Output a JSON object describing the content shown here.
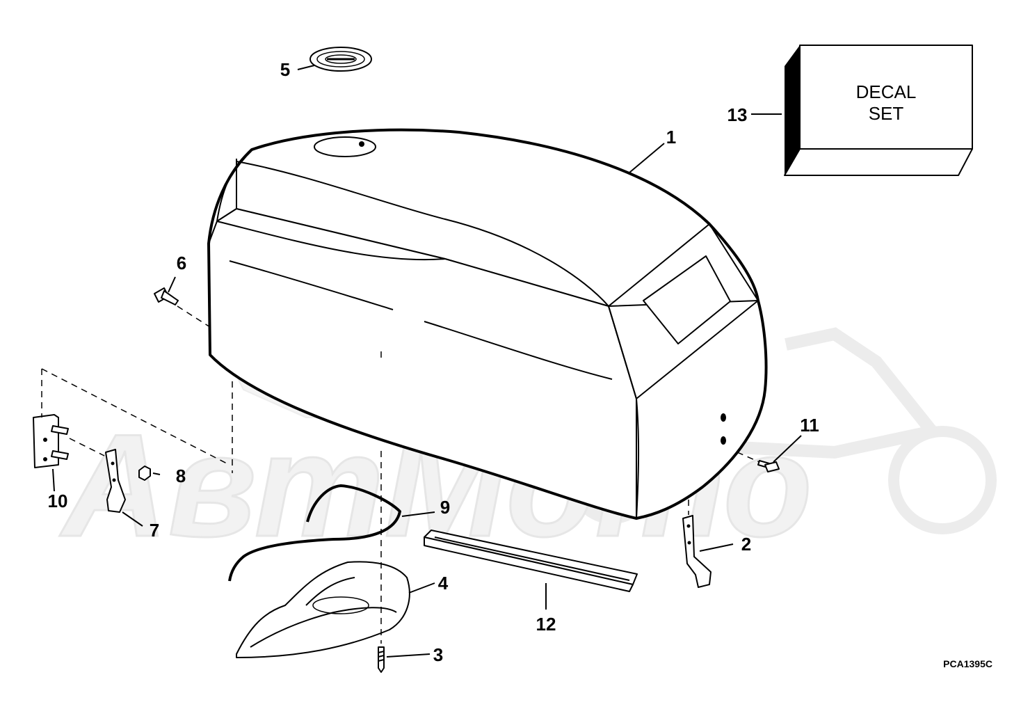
{
  "diagram": {
    "callouts": [
      {
        "id": "1",
        "label": "1"
      },
      {
        "id": "2",
        "label": "2"
      },
      {
        "id": "3",
        "label": "3"
      },
      {
        "id": "4",
        "label": "4"
      },
      {
        "id": "5",
        "label": "5"
      },
      {
        "id": "6",
        "label": "6"
      },
      {
        "id": "7",
        "label": "7"
      },
      {
        "id": "8",
        "label": "8"
      },
      {
        "id": "9",
        "label": "9"
      },
      {
        "id": "10",
        "label": "10"
      },
      {
        "id": "11",
        "label": "11"
      },
      {
        "id": "12",
        "label": "12"
      },
      {
        "id": "13",
        "label": "13"
      }
    ],
    "decal_box": {
      "line1": "DECAL",
      "line2": "SET"
    },
    "drawing_code": "PCA1395C",
    "watermark": {
      "text": "АвтМото"
    }
  }
}
